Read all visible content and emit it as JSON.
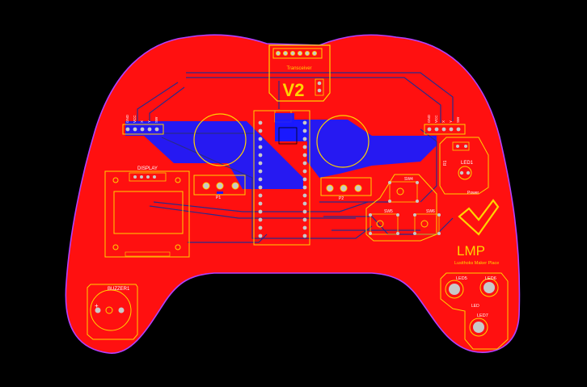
{
  "colors": {
    "background": "#000000",
    "board_fill": "#ff1010",
    "board_outline": "#b040ff",
    "copper_blue": "#1a1aff",
    "silk": "#ffd400",
    "trace_dark": "#2a2a8a"
  },
  "labels": {
    "transceiver": "Transceiver",
    "version": "V2",
    "display": "DISPLAY",
    "buzzer": "BUZZER1",
    "buzzer_plus": "+",
    "p1": "P1",
    "p2": "P2",
    "sw4": "SW4",
    "sw5": "SW5",
    "sw6": "SW6",
    "led1": "LED1",
    "r1": "R1",
    "power": "Power",
    "lmp": "LMP",
    "lmp_sub": "Lusithoks Maker Place",
    "led5": "LED5",
    "led6": "LED6",
    "led": "LED",
    "led7": "LED7",
    "left_pins": [
      "GND",
      "VCC",
      "X",
      "Y",
      "SW"
    ],
    "right_pins": [
      "GND",
      "VCC",
      "X",
      "Y",
      "SW"
    ]
  }
}
